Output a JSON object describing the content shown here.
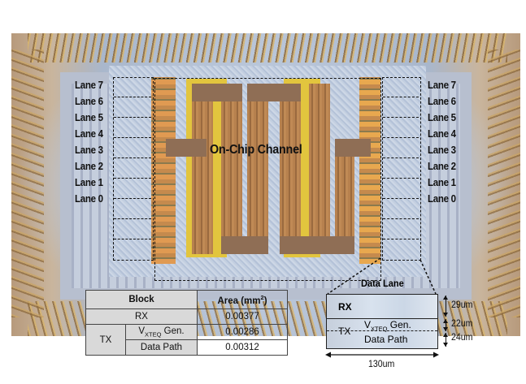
{
  "figure": {
    "channel_label": "On-Chip Channel",
    "left_lanes": [
      "Lane 7",
      "Lane 6",
      "Lane 5",
      "Lane 4",
      "Lane 3",
      "Lane 2",
      "Lane 1",
      "Lane 0"
    ],
    "right_lanes": [
      "Lane 7",
      "Lane 6",
      "Lane 5",
      "Lane 4",
      "Lane 3",
      "Lane 2",
      "Lane 1",
      "Lane 0"
    ]
  },
  "area_table": {
    "headers": {
      "block": "Block",
      "area_prefix": "Area (mm",
      "area_sup": "2",
      "area_suffix": ")"
    },
    "rows": {
      "rx": {
        "block": "RX",
        "area": "0.00377"
      },
      "tx_group": "TX",
      "vxteq": {
        "prefix": "V",
        "sub": "XTEQ",
        "suffix": " Gen.",
        "area": "0.00286"
      },
      "datapath": {
        "block": "Data Path",
        "area": "0.00312"
      }
    }
  },
  "data_lane": {
    "title": "Data Lane",
    "rx_label": "RX",
    "tx_label": "TX",
    "vxteq": {
      "prefix": "V",
      "sub": "XTEQ",
      "suffix": " Gen."
    },
    "datapath_label": "Data Path",
    "dims": {
      "rx": "29um",
      "vxteq": "22um",
      "datapath": "24um",
      "width": "130um"
    }
  },
  "colors": {
    "trace_copper": "#b7814e",
    "pad_yellow": "#e2c53e",
    "substrate_blue": "#bac6d8",
    "table_gray": "#d9d9d9"
  }
}
